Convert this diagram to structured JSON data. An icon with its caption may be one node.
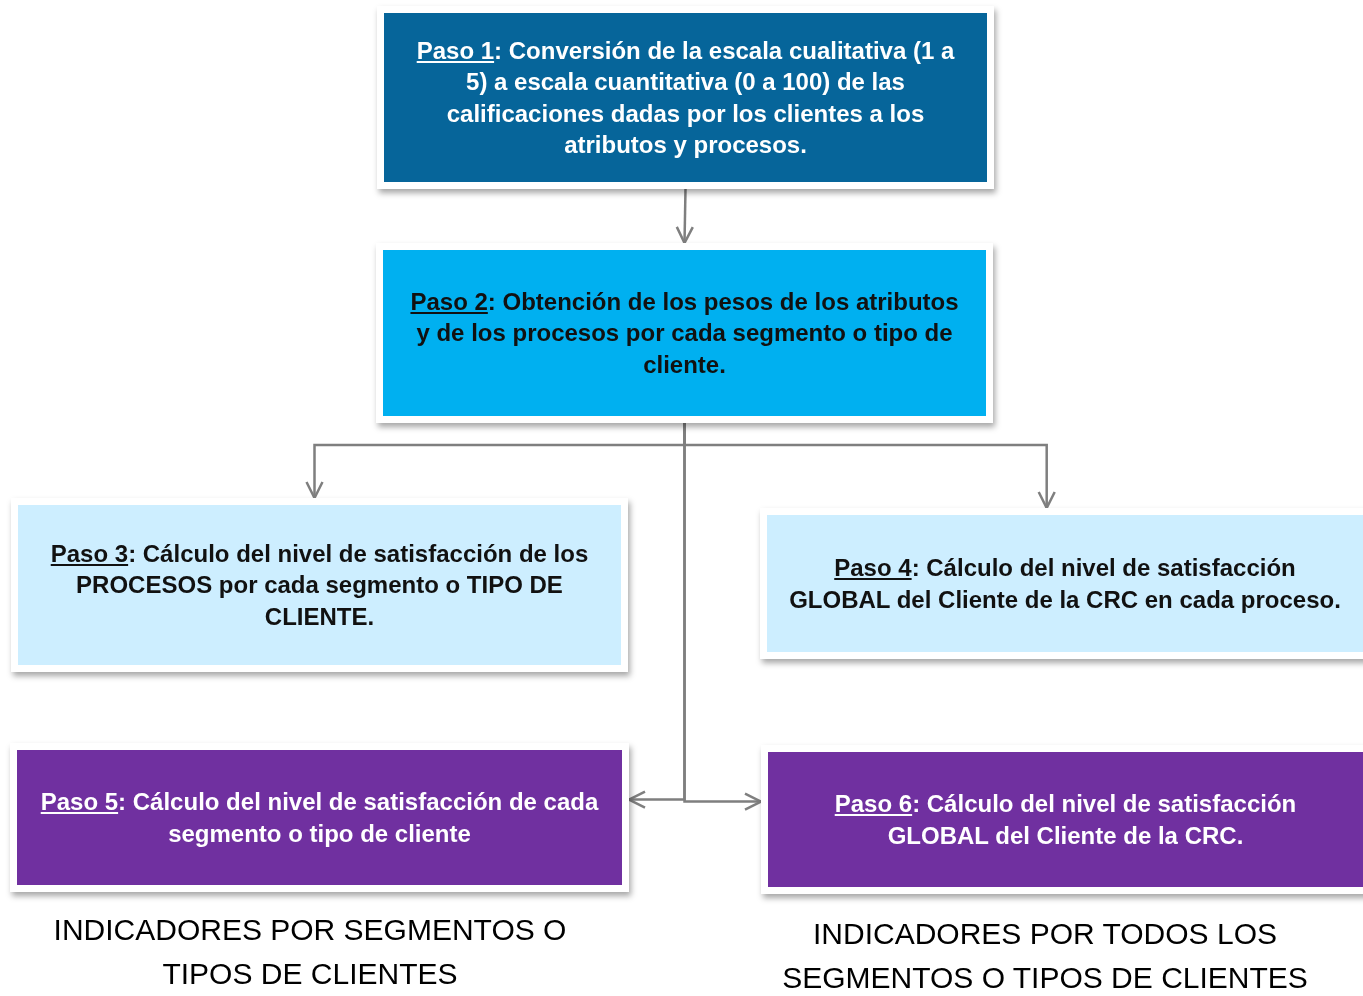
{
  "diagram": {
    "nodes": [
      {
        "text": [
          "Paso 1: Conversión de la escala cualitativa (1 a 5) a escala cuantitativa (0 a 100) de las calificaciones dadas por los clientes a los atributos y procesos."
        ]
      },
      {
        "text": [
          "Paso 2: Obtención de los pesos de los atributos y de los procesos por cada segmento o tipo de cliente."
        ]
      },
      {
        "text": [
          "Paso 3: Cálculo del nivel de satisfacción de los PROCESOS por cada segmento o TIPO DE CLIENTE."
        ]
      },
      {
        "text": [
          "Paso 4: Cálculo del nivel de satisfacción GLOBAL del Cliente de la CRC en cada proceso."
        ]
      },
      {
        "text": [
          "Paso 5: Cálculo del nivel de satisfacción de cada segmento o tipo de cliente"
        ],
        "beside": [
          "INDICADORES POR SEGMENTOS O TIPOS DE CLIENTES"
        ]
      },
      {
        "text": [
          "Paso 6: Cálculo del nivel de satisfacción GLOBAL del Cliente de la CRC."
        ],
        "beside": [
          "INDICADORES POR TODOS LOS SEGMENTOS O TIPOS DE CLIENTES"
        ]
      }
    ],
    "edges": [
      {
        "from": 0,
        "to": 1,
        "arrow": "to"
      },
      {
        "from": 1,
        "to": 2,
        "arrow": "to"
      },
      {
        "from": 1,
        "to": 3,
        "arrow": "to"
      },
      {
        "from": 1,
        "to": 4,
        "arrow": "to"
      },
      {
        "from": 1,
        "to": 5,
        "arrow": "to"
      }
    ]
  }
}
